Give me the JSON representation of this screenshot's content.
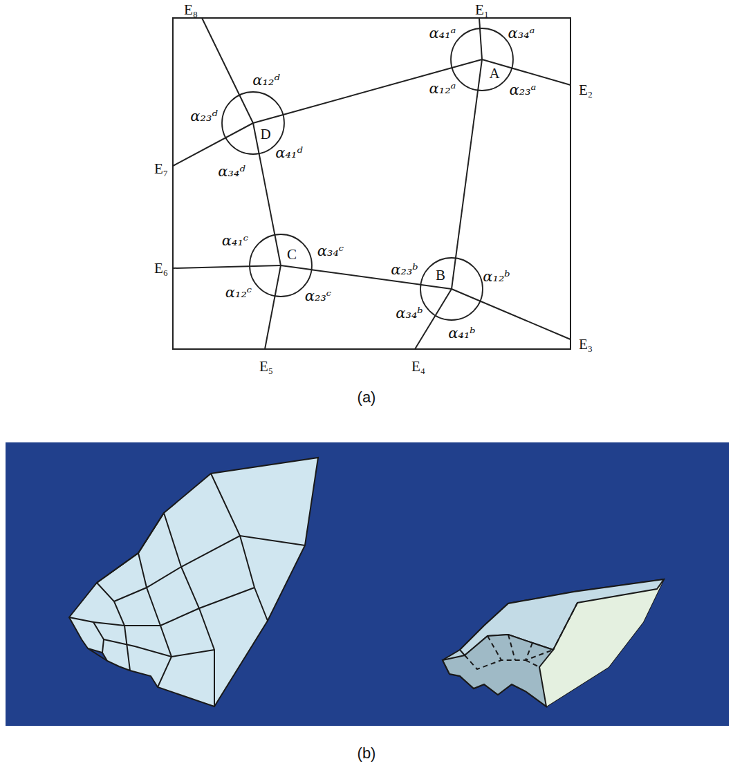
{
  "diagram": {
    "nodes": [
      {
        "text": [
          "A"
        ]
      },
      {
        "text": [
          "D"
        ]
      },
      {
        "text": [
          "C"
        ]
      },
      {
        "text": [
          "B"
        ]
      }
    ],
    "edges": [
      {
        "from": 0,
        "to": 3,
        "arrow": "none"
      },
      {
        "from": 3,
        "to": 2,
        "arrow": "none"
      },
      {
        "from": 2,
        "to": 1,
        "arrow": "none"
      },
      {
        "from": 1,
        "to": 0,
        "arrow": "none"
      }
    ],
    "labels": [
      "E₁",
      "E₂",
      "E₃",
      "E₄",
      "E₅",
      "E₆",
      "E₇",
      "E₈",
      "α₄₁ᵃ",
      "α₃₄ᵃ",
      "α₁₂ᵃ",
      "α₂₃ᵃ",
      "α₁₂ᵈ",
      "α₂₃ᵈ",
      "α₄₁ᵈ",
      "α₃₄ᵈ",
      "α₄₁ᶜ",
      "α₃₄ᶜ",
      "α₁₂ᶜ",
      "α₂₃ᶜ",
      "α₂₃ᵇ",
      "α₁₂ᵇ",
      "α₃₄ᵇ",
      "α₄₁ᵇ",
      "(a)",
      "(b)"
    ]
  }
}
